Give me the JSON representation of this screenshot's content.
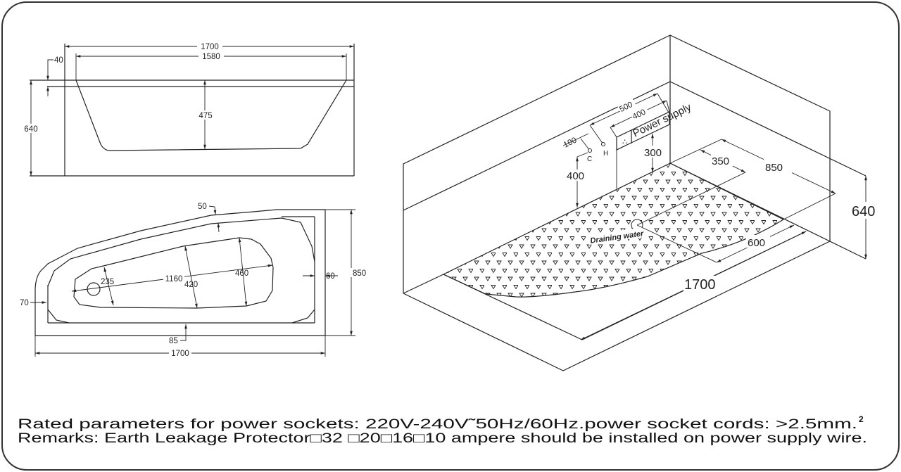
{
  "front_view": {
    "width_overall": "1700",
    "width_inner": "1580",
    "height": "640",
    "rim": "40",
    "depth": "475"
  },
  "top_view": {
    "rim_top": "50",
    "depth_overall": "850",
    "rim_right": "60",
    "rim_left": "70",
    "rim_bottom": "85",
    "length": "1700",
    "basin_length": "1160",
    "width_small": "235",
    "width_mid": "420",
    "width_large": "460"
  },
  "iso_view": {
    "dim_500": "500",
    "dim_400_top": "400",
    "dim_100": "100",
    "cold_label": "C",
    "hot_label": "H",
    "power_supply": "Power supply",
    "dim_300": "300",
    "dim_400_side": "400",
    "dim_350": "350",
    "dim_850": "850",
    "dim_640": "640",
    "dim_600": "600",
    "dim_1700": "1700",
    "drain_label": "Draining water"
  },
  "notes": {
    "line1": "Rated parameters for power sockets: 220V-240V˜50Hz/60Hz.power socket cords: >2.5mm.",
    "line1_sup": "2",
    "line2": "Remarks:  Earth Leakage Protector□32 □20□16□10  ampere should be installed on power supply wire."
  }
}
